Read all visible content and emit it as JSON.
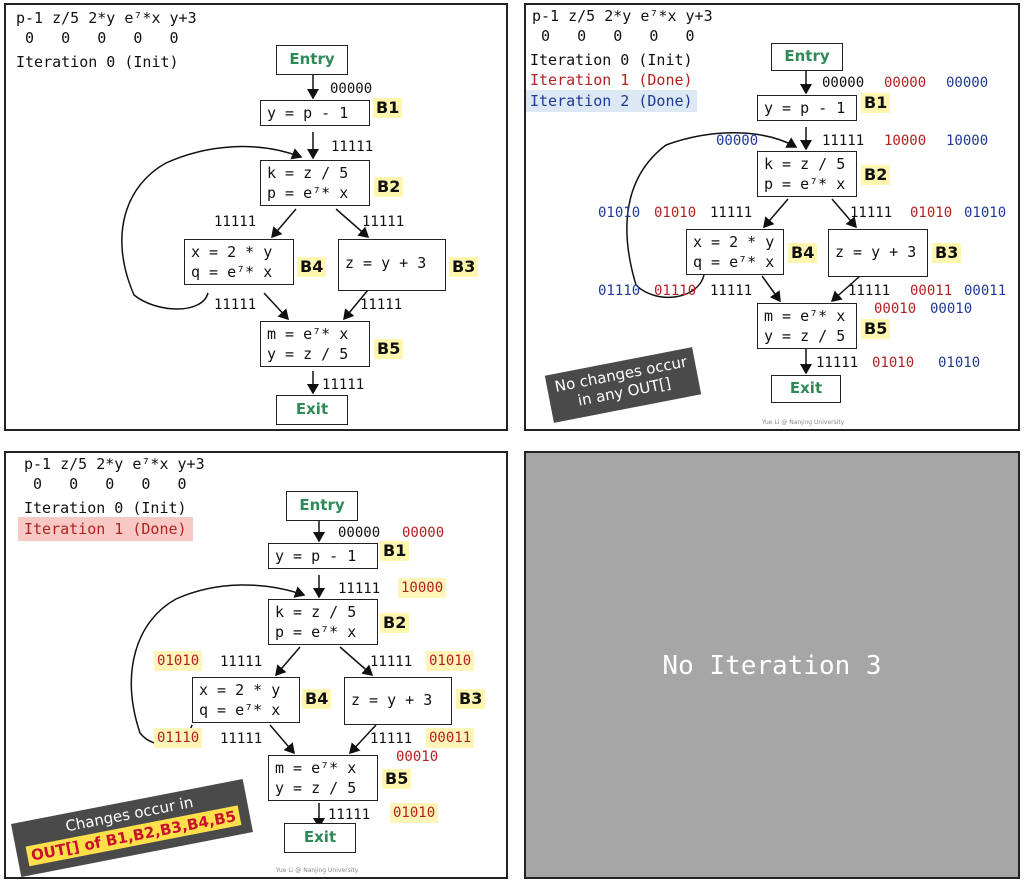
{
  "header_vars": "p-1 z/5 2*y e⁷*x y+3",
  "header_init": " 0   0   0   0   0",
  "iter0": "Iteration 0 (Init)",
  "iter1": "Iteration 1 (Done)",
  "iter2": "Iteration 2 (Done)",
  "entry": "Entry",
  "exit": "Exit",
  "blocks": {
    "b1": {
      "name": "B1",
      "code": "y = p - 1"
    },
    "b2": {
      "name": "B2",
      "code": "k = z / 5\np = e⁷* x"
    },
    "b3": {
      "name": "B3",
      "code": "z = y + 3"
    },
    "b4": {
      "name": "B4",
      "code": "x = 2 * y\nq = e⁷* x"
    },
    "b5": {
      "name": "B5",
      "code": "m = e⁷* x\ny = z / 5"
    }
  },
  "init_vals": {
    "entry": "00000",
    "b1": "11111",
    "b2_l": "11111",
    "b2_r": "11111",
    "b4": "11111",
    "b3": "11111",
    "b5": "11111"
  },
  "iter1_vals": {
    "entry": "00000",
    "b1": "10000",
    "b2_l": "01010",
    "b2_r": "01010",
    "b4": "01110",
    "b3": "00011",
    "b3_extra": "00010",
    "b5": "01010"
  },
  "iter2_vals": {
    "entry": "00000",
    "b1": "10000",
    "back": "00000",
    "b2_l": "01010",
    "b2_r": "01010",
    "b4": "01110",
    "b3": "00011",
    "b3_extra": "00010",
    "b5": "01010"
  },
  "note_no_change": "No changes occur\nin any OUT[]",
  "note_change_line1": "Changes occur in",
  "note_change_line2": "OUT[] of B1,B2,B3,B4,B5",
  "credit": "Yue Li @ Nanjing University",
  "no_iter3": "No Iteration 3",
  "colors": {
    "entry_exit": "#2e8b57",
    "iter1": "#b22222",
    "iter2": "#1f3a93",
    "highlight": "#fff5b8"
  }
}
